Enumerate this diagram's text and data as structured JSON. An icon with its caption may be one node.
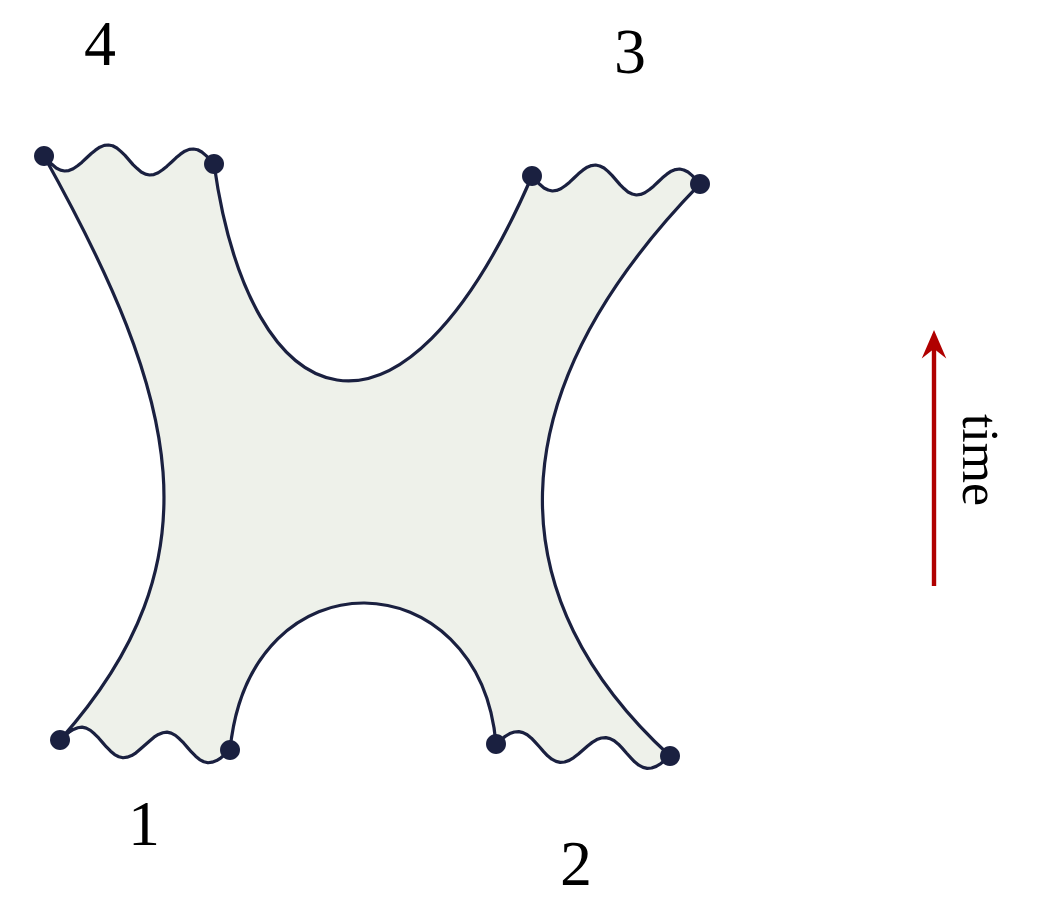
{
  "diagram": {
    "labels": [
      "4",
      "3",
      "1",
      "2",
      "time"
    ]
  }
}
